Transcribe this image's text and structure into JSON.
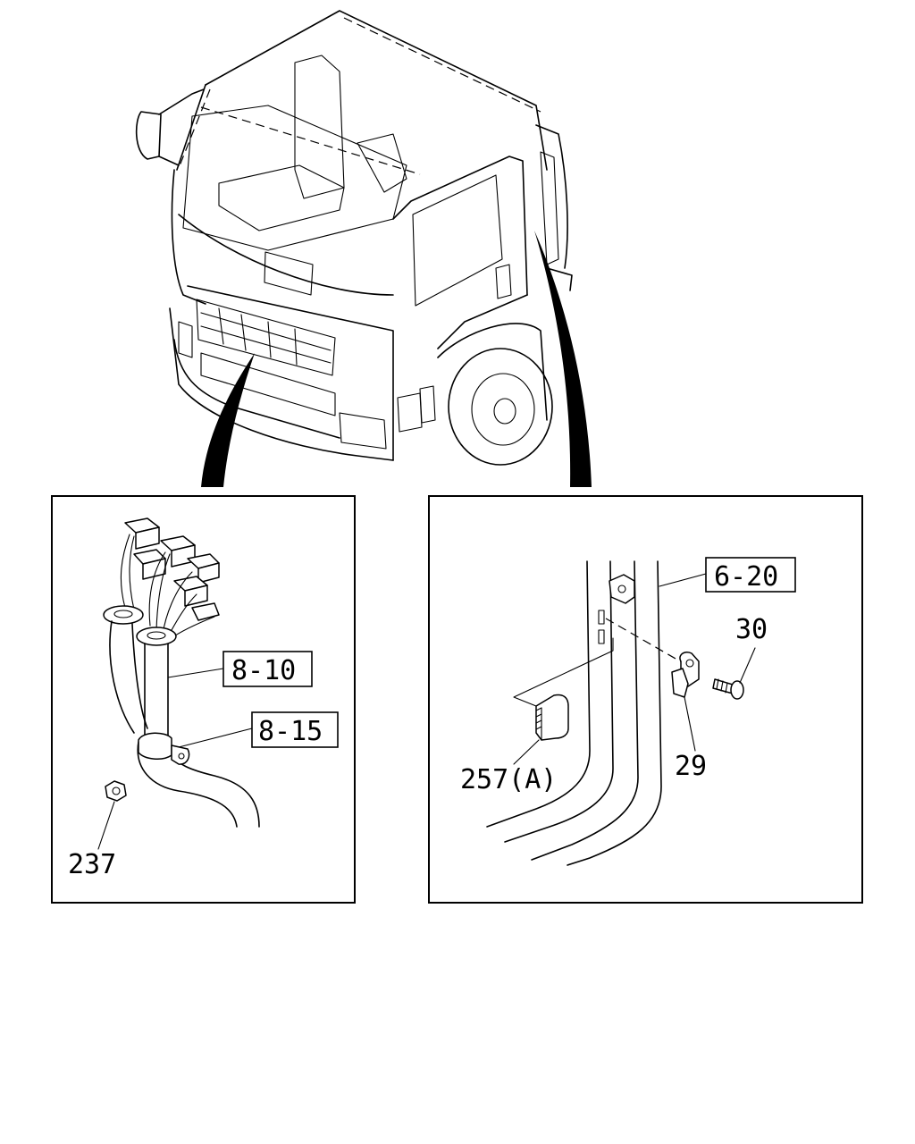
{
  "callouts": {
    "left": {
      "ref_8_10": "8-10",
      "ref_8_15": "8-15",
      "part_237": "237"
    },
    "right": {
      "ref_6_20": "6-20",
      "part_30": "30",
      "part_29": "29",
      "part_257a": "257(A)"
    }
  }
}
